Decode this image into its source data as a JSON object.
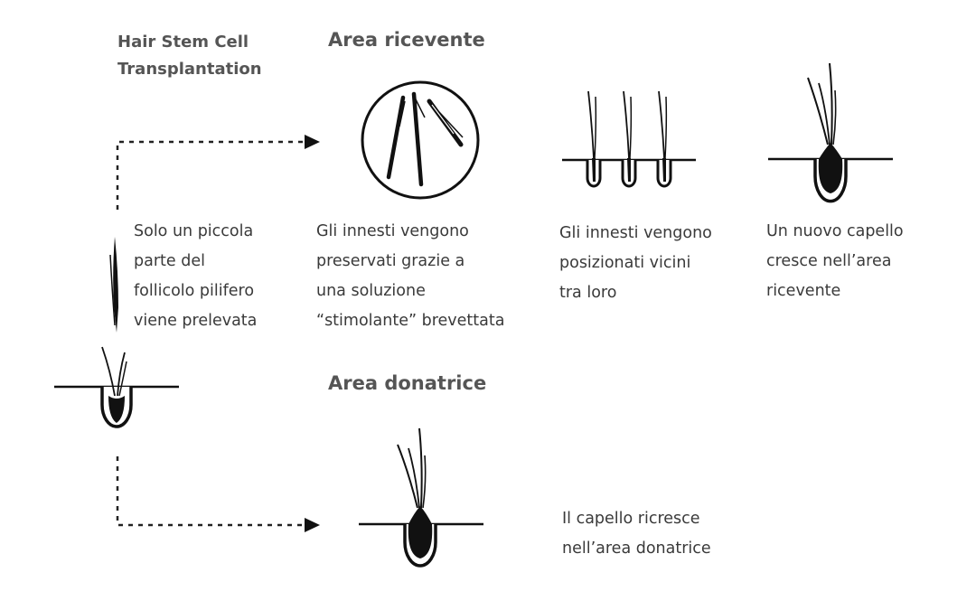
{
  "title": [
    "Hair Stem Cell",
    "Transplantation"
  ],
  "sections": {
    "recipient": "Area ricevente",
    "donor": "Area donatrice"
  },
  "captions": {
    "extraction": [
      "Solo un piccola",
      "parte del",
      "follicolo pilifero",
      "viene prelevata"
    ],
    "preserved": [
      "Gli innesti vengono",
      "preservati grazie a",
      "una soluzione",
      "“stimolante” brevettata"
    ],
    "positioned": [
      "Gli innesti vengono",
      "posizionati vicini",
      "tra loro"
    ],
    "new_hair": [
      "Un nuovo capello",
      "cresce nell’area",
      "ricevente"
    ],
    "regrowth": [
      "Il capello ricresce",
      "nell’area donatrice"
    ]
  },
  "colors": {
    "ink": "#111111",
    "text": "#3a3a3a",
    "heading": "#555555"
  }
}
